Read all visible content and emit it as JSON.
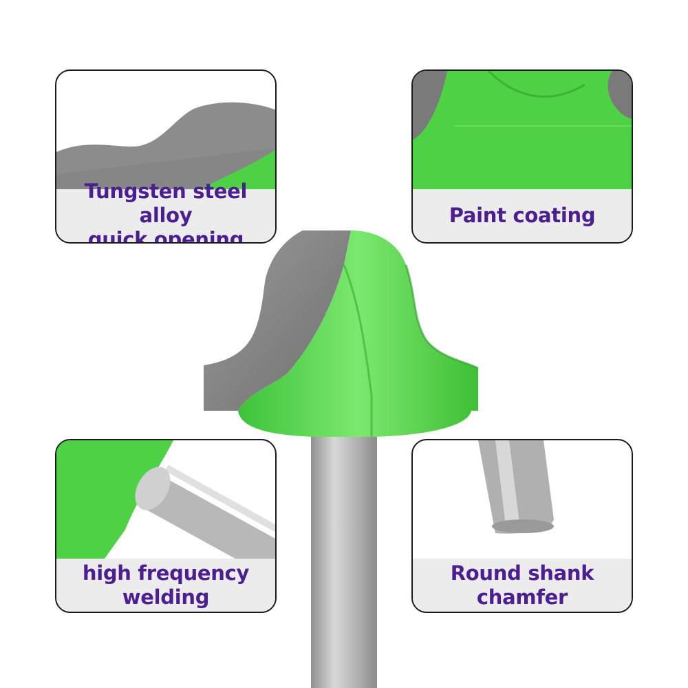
{
  "colors": {
    "caption_text": "#4b1f8f",
    "caption_bg": "#ececec",
    "coating_green": "#4fd145",
    "steel_gray": "#8a8a8a",
    "shank_gray": "#b4b4b4"
  },
  "features": [
    {
      "label": "Tungsten steel alloy\nquick opening"
    },
    {
      "label": "Paint coating"
    },
    {
      "label": "high frequency\nwelding"
    },
    {
      "label": "Round shank\nchamfer"
    }
  ]
}
